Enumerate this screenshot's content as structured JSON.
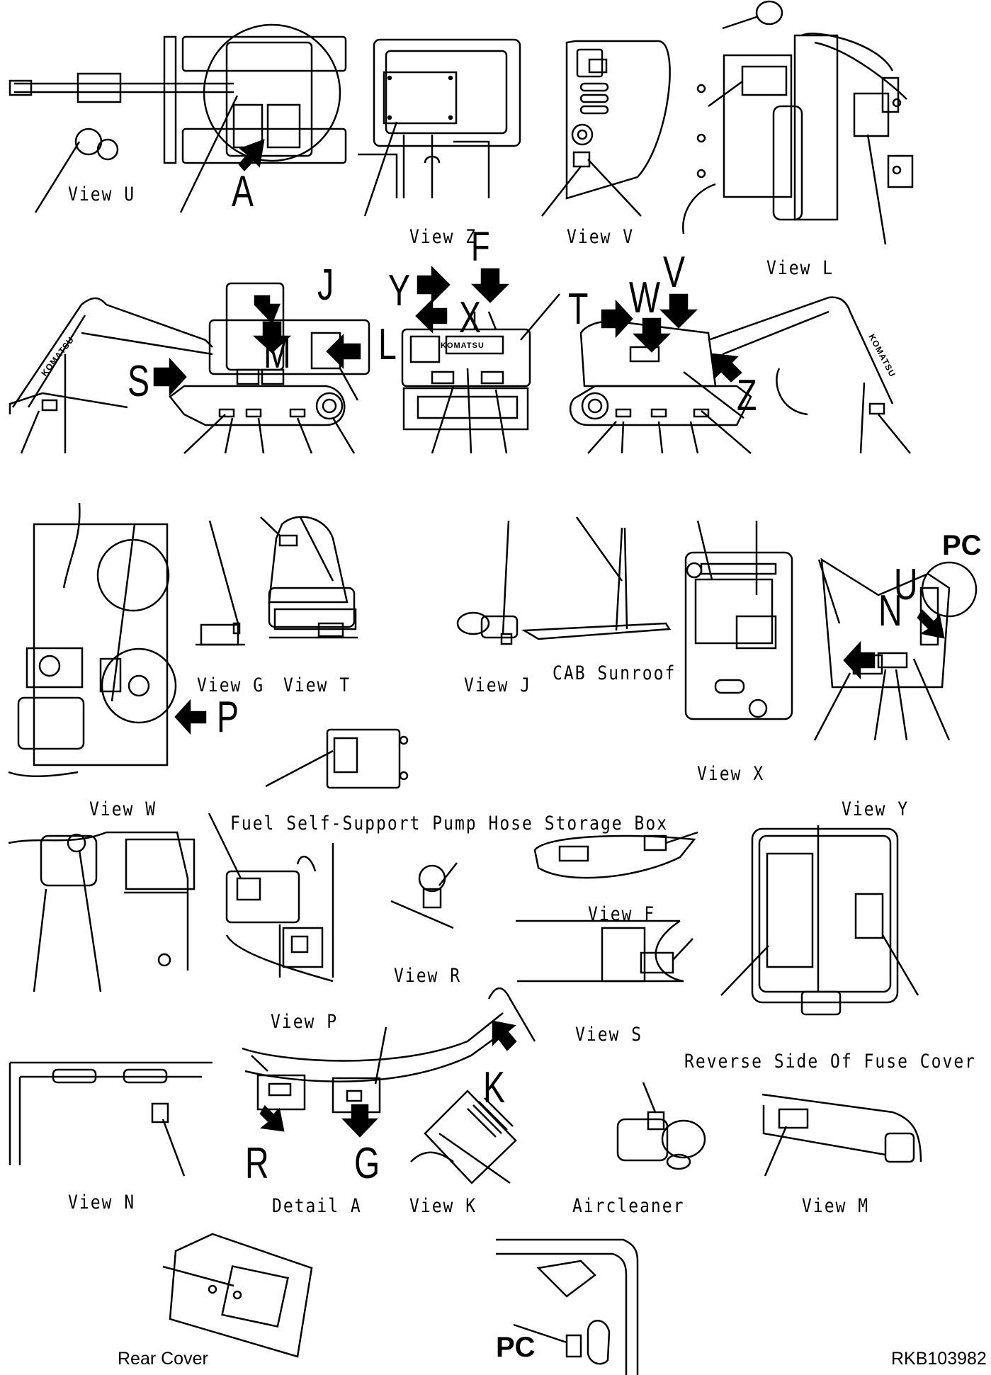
{
  "view_labels": {
    "u": "View U",
    "z": "View Z",
    "v": "View V",
    "l": "View L",
    "g": "View G",
    "t": "View T",
    "j": "View J",
    "cab": "CAB Sunroof",
    "x": "View X",
    "w": "View W",
    "y": "View Y",
    "fuel": "Fuel Self-Support Pump Hose Storage Box",
    "f": "View F",
    "r": "View R",
    "s": "View S",
    "p": "View P",
    "fuse": "Reverse Side Of Fuse Cover",
    "n": "View N",
    "detail_a": "Detail A",
    "k": "View K",
    "aircleaner": "Aircleaner",
    "m": "View M"
  },
  "arrow_letters": {
    "a": "A",
    "f": "F",
    "j": "J",
    "y": "Y",
    "x": "X",
    "m": "M",
    "l": "L",
    "s": "S",
    "t": "T",
    "w": "W",
    "v": "V",
    "z": "Z",
    "u": "U",
    "n": "N",
    "p": "P",
    "k": "K",
    "r": "R",
    "g": "G"
  },
  "pc_labels": {
    "top": "PC",
    "bottom": "PC"
  },
  "rear_cover": "Rear Cover",
  "drawing_number": "RKB103982",
  "machine_brand_mark": "KOMATSU"
}
